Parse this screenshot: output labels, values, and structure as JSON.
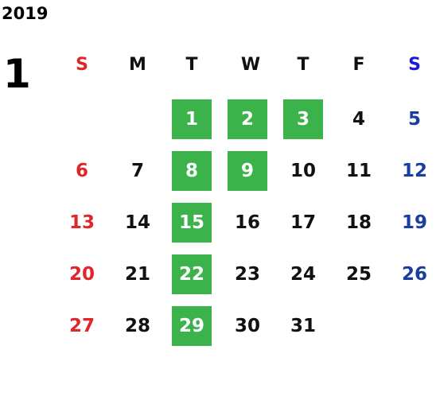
{
  "calendar": {
    "year": "2019",
    "month": "1",
    "weekdays": [
      "S",
      "M",
      "T",
      "W",
      "T",
      "F",
      "S"
    ],
    "weeks": [
      [
        "",
        "",
        "1",
        "2",
        "3",
        "4",
        "5"
      ],
      [
        "6",
        "7",
        "8",
        "9",
        "10",
        "11",
        "12"
      ],
      [
        "13",
        "14",
        "15",
        "16",
        "17",
        "18",
        "19"
      ],
      [
        "20",
        "21",
        "22",
        "23",
        "24",
        "25",
        "26"
      ],
      [
        "27",
        "28",
        "29",
        "30",
        "31",
        "",
        ""
      ]
    ],
    "highlighted_days": [
      "1",
      "2",
      "3",
      "8",
      "9",
      "15",
      "22",
      "29"
    ],
    "colors": {
      "sunday": "#e0262a",
      "saturday": "#1a3ea0",
      "saturday_header": "#1a1adb",
      "highlight": "#3bb34a",
      "text": "#111111"
    }
  }
}
